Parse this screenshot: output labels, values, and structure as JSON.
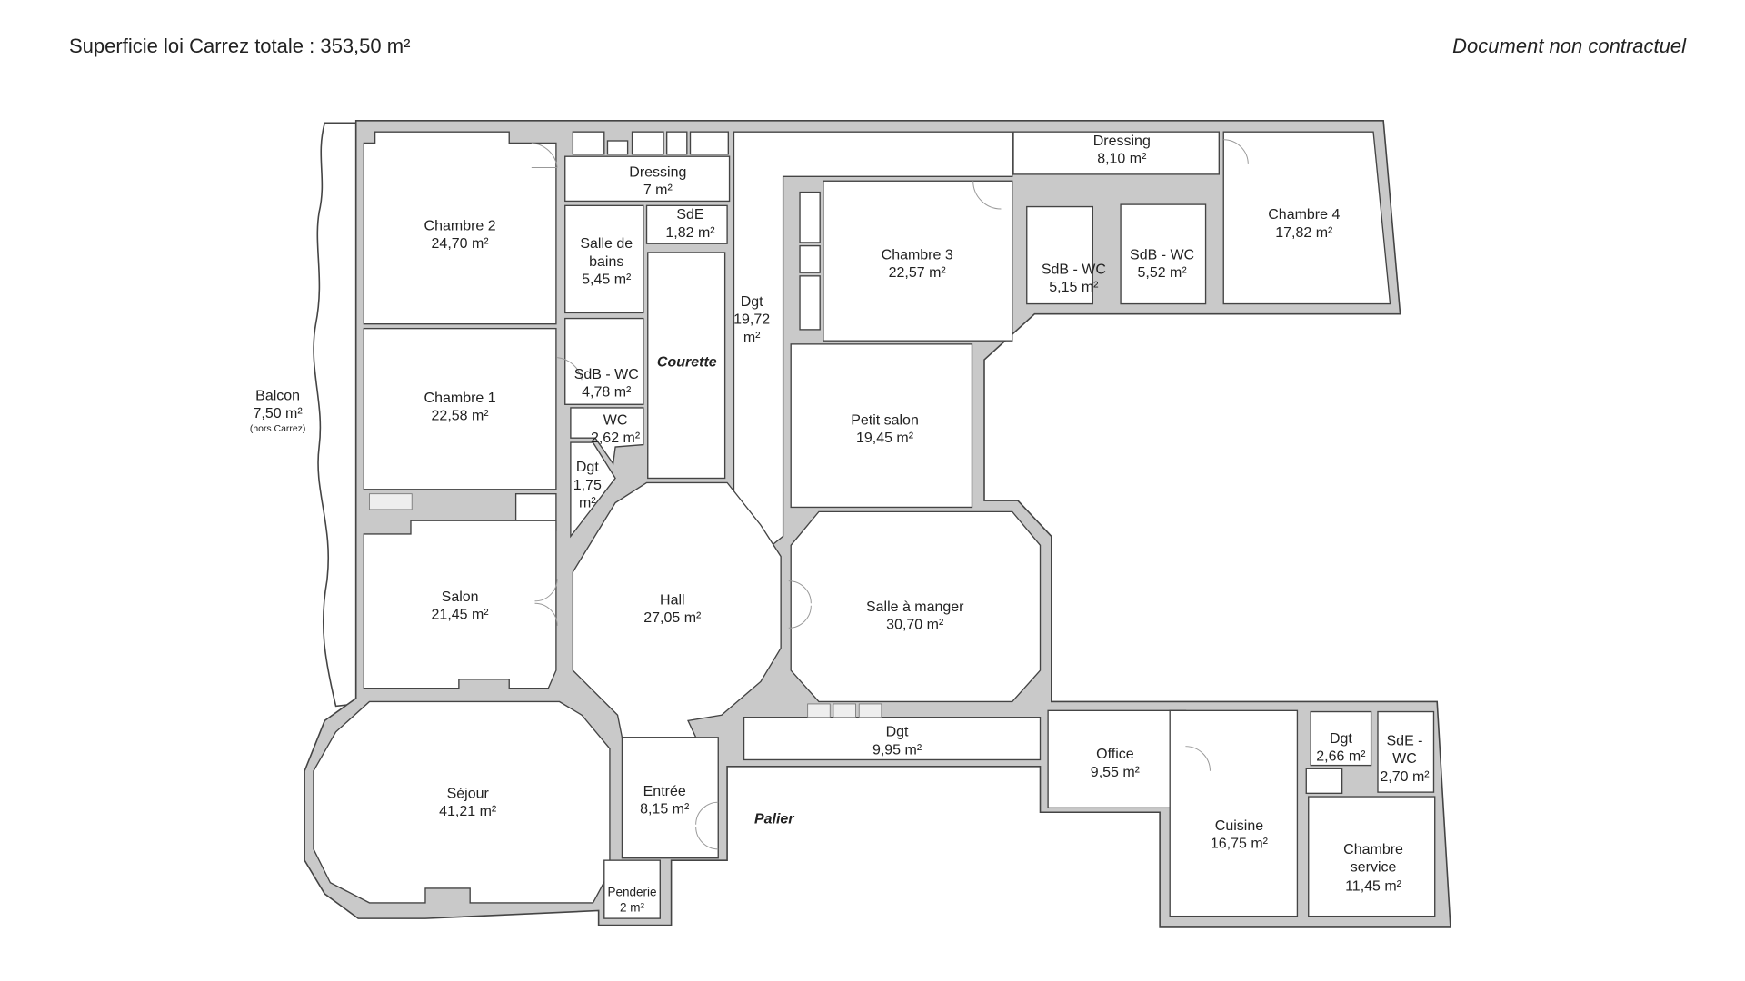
{
  "header": {
    "total_area": "Superficie loi Carrez totale :  353,50 m²",
    "disclaimer": "Document non contractuel"
  },
  "colors": {
    "wall": "#c9c9c9",
    "room": "#ffffff",
    "stroke": "#444444"
  },
  "rooms": {
    "chambre2": {
      "name": "Chambre 2",
      "area": "24,70 m²"
    },
    "chambre1": {
      "name": "Chambre 1",
      "area": "22,58 m²"
    },
    "balcon": {
      "name": "Balcon",
      "area": "7,50 m²",
      "note": "(hors Carrez)"
    },
    "salon": {
      "name": "Salon",
      "area": "21,45 m²"
    },
    "sejour": {
      "name": "Séjour",
      "area": "41,21 m²"
    },
    "dressing1": {
      "name": "Dressing",
      "area": "7 m²"
    },
    "sde1": {
      "name": "SdE",
      "area": "1,82 m²"
    },
    "sdb": {
      "name1": "Salle de",
      "name2": "bains",
      "area": "5,45 m²"
    },
    "sdbwc1": {
      "name": "SdB - WC",
      "area": "4,78 m²"
    },
    "wc": {
      "name": "WC",
      "area": "2,62 m²"
    },
    "dgt175": {
      "name": "Dgt",
      "area1": "1,75",
      "area2": "m²"
    },
    "courette": {
      "name": "Courette"
    },
    "dgt1972": {
      "name": "Dgt",
      "area1": "19,72",
      "area2": "m²"
    },
    "hall": {
      "name": "Hall",
      "area": "27,05 m²"
    },
    "entree": {
      "name": "Entrée",
      "area": "8,15 m²"
    },
    "penderie": {
      "name": "Penderie",
      "area": "2 m²"
    },
    "palier": {
      "name": "Palier"
    },
    "chambre3": {
      "name": "Chambre 3",
      "area": "22,57 m²"
    },
    "petitsalon": {
      "name": "Petit salon",
      "area": "19,45 m²"
    },
    "salleamanger": {
      "name": "Salle à manger",
      "area": "30,70 m²"
    },
    "dgt995": {
      "name": "Dgt",
      "area": "9,95 m²"
    },
    "dressing2": {
      "name": "Dressing",
      "area": "8,10 m²"
    },
    "sdbwc2": {
      "name": "SdB - WC",
      "area": "5,15 m²"
    },
    "sdbwc3": {
      "name": "SdB - WC",
      "area": "5,52 m²"
    },
    "chambre4": {
      "name": "Chambre 4",
      "area": "17,82 m²"
    },
    "office": {
      "name": "Office",
      "area": "9,55 m²"
    },
    "cuisine": {
      "name": "Cuisine",
      "area": "16,75 m²"
    },
    "dgt266": {
      "name": "Dgt",
      "area": "2,66 m²"
    },
    "sdewc": {
      "name1": "SdE -",
      "name2": "WC",
      "area": "2,70 m²"
    },
    "chambreservice": {
      "name1": "Chambre",
      "name2": "service",
      "area": "11,45 m²"
    }
  }
}
